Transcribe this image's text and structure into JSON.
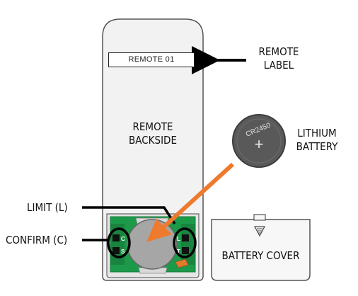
{
  "labels": {
    "remote_tag": "REMOTE 01",
    "remote_label_line1": "REMOTE",
    "remote_label_line2": "LABEL",
    "remote_backside_line1": "REMOTE",
    "remote_backside_line2": "BACKSIDE",
    "battery_model": "CR2450",
    "battery_sign": "+",
    "lithium_line1": "LITHIUM",
    "lithium_line2": "BATTERY",
    "limit": "LIMIT (L)",
    "confirm": "CONFIRM (C)",
    "battery_cover": "BATTERY COVER",
    "pad_c": "C",
    "pad_s": "S",
    "pad_l": "L",
    "pad_t": "T"
  },
  "colors": {
    "remote_body": "#f2f2f2",
    "outline": "#444444",
    "pcb_green": "#1c9a4a",
    "battery_gray": "#a6a6a6",
    "coin_cell": "#595959",
    "arrow_orange": "#ee7a2e",
    "pointer_black": "#000000"
  }
}
